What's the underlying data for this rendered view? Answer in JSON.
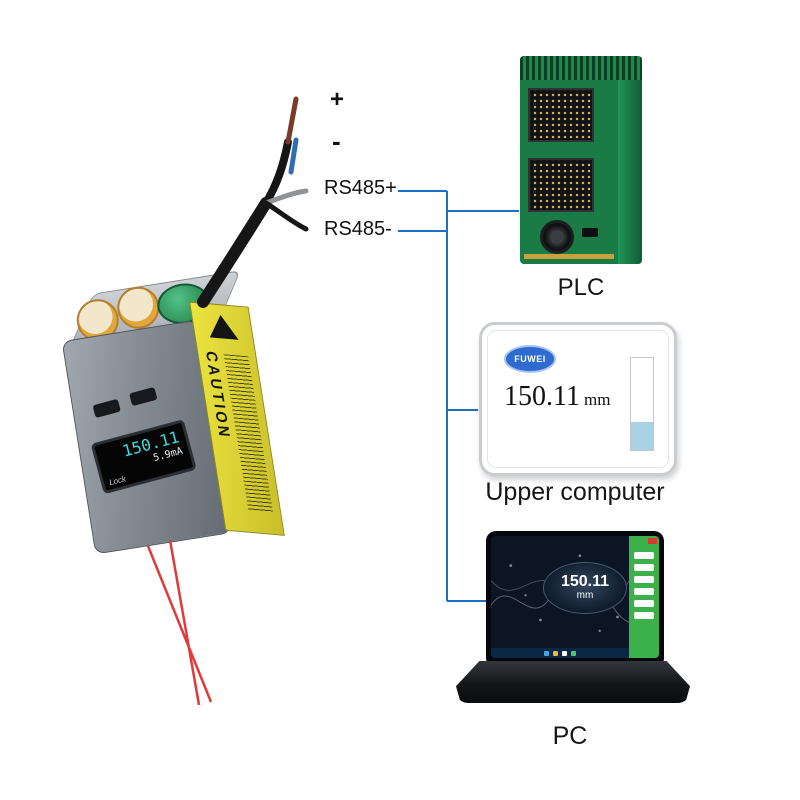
{
  "wires": {
    "plus": "+",
    "minus": "-",
    "rs485_plus": "RS485+",
    "rs485_minus": "RS485-"
  },
  "sensor": {
    "caution": "CAUTION",
    "display_value": "150.11",
    "display_current": "5.9mA",
    "lock": "Lock"
  },
  "plc": {
    "label": "PLC"
  },
  "upper_computer": {
    "label": "Upper computer",
    "logo": "FUWEI",
    "value": "150.11",
    "unit": "mm"
  },
  "pc": {
    "label": "PC",
    "value": "150.11",
    "unit": "mm"
  },
  "colors": {
    "connection_line": "#1e6fbf",
    "wire_brown": "#7a3a27",
    "wire_blue": "#2e6db4",
    "wire_gray": "#8f9397",
    "wire_black": "#161616",
    "laser_red": "#e03a3a",
    "plc_green": "#1a7b46",
    "software_green": "#3cb04a",
    "caution_yellow": "#e4db3b"
  }
}
